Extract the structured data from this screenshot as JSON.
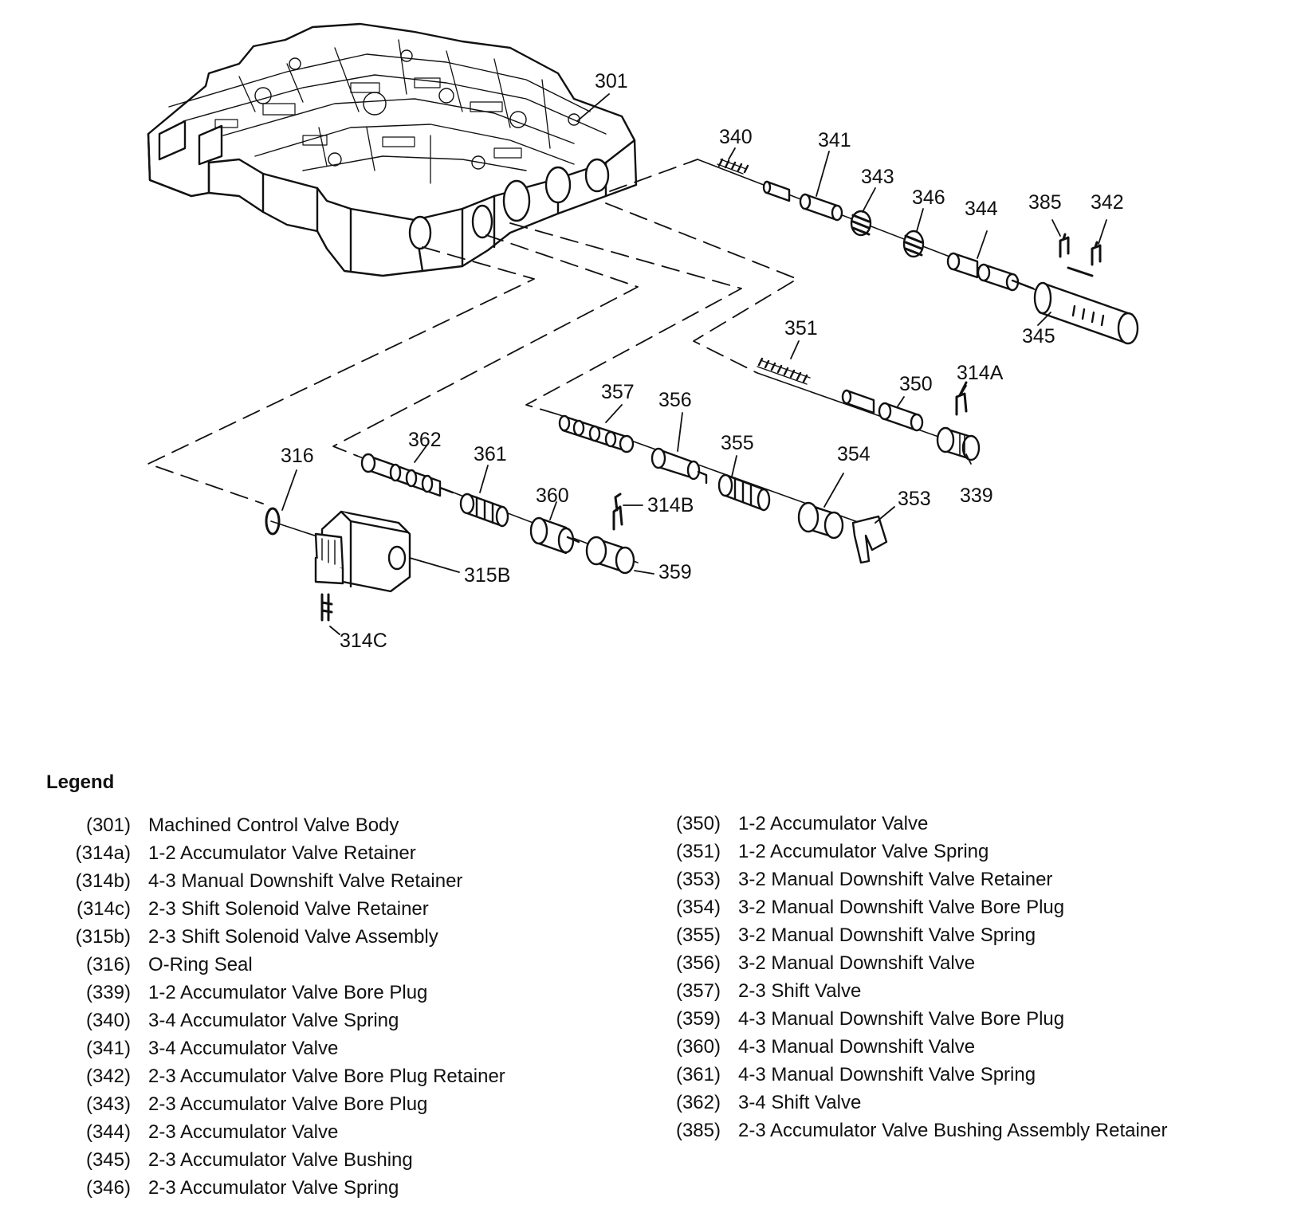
{
  "callouts": {
    "c301": "301",
    "c340": "340",
    "c341": "341",
    "c343": "343",
    "c346": "346",
    "c344": "344",
    "c385": "385",
    "c342": "342",
    "c345": "345",
    "c351": "351",
    "c314A": "314A",
    "c350": "350",
    "c339": "339",
    "c357": "357",
    "c356": "356",
    "c355": "355",
    "c354": "354",
    "c353": "353",
    "c362": "362",
    "c361": "361",
    "c316": "316",
    "c360": "360",
    "c314B": "314B",
    "c359": "359",
    "c315B": "315B",
    "c314C": "314C"
  },
  "legend": {
    "title": "Legend",
    "left": [
      {
        "code": "(301)",
        "desc": "Machined Control Valve Body"
      },
      {
        "code": "(314a)",
        "desc": "1-2 Accumulator Valve Retainer"
      },
      {
        "code": "(314b)",
        "desc": "4-3 Manual Downshift Valve Retainer"
      },
      {
        "code": "(314c)",
        "desc": "2-3 Shift Solenoid Valve Retainer"
      },
      {
        "code": "(315b)",
        "desc": "2-3 Shift Solenoid Valve Assembly"
      },
      {
        "code": "(316)",
        "desc": "O-Ring Seal"
      },
      {
        "code": "(339)",
        "desc": "1-2 Accumulator Valve Bore Plug"
      },
      {
        "code": "(340)",
        "desc": "3-4 Accumulator Valve Spring"
      },
      {
        "code": "(341)",
        "desc": "3-4 Accumulator Valve"
      },
      {
        "code": "(342)",
        "desc": "2-3 Accumulator Valve Bore Plug Retainer"
      },
      {
        "code": "(343)",
        "desc": "2-3 Accumulator Valve Bore Plug"
      },
      {
        "code": "(344)",
        "desc": "2-3 Accumulator Valve"
      },
      {
        "code": "(345)",
        "desc": "2-3 Accumulator Valve Bushing"
      },
      {
        "code": "(346)",
        "desc": "2-3 Accumulator Valve Spring"
      }
    ],
    "right": [
      {
        "code": "(350)",
        "desc": "1-2 Accumulator Valve"
      },
      {
        "code": "(351)",
        "desc": "1-2 Accumulator Valve Spring"
      },
      {
        "code": "(353)",
        "desc": "3-2 Manual Downshift Valve Retainer"
      },
      {
        "code": "(354)",
        "desc": "3-2 Manual Downshift Valve Bore Plug"
      },
      {
        "code": "(355)",
        "desc": "3-2 Manual Downshift Valve Spring"
      },
      {
        "code": "(356)",
        "desc": "3-2 Manual Downshift Valve"
      },
      {
        "code": "(357)",
        "desc": "2-3 Shift Valve"
      },
      {
        "code": "(359)",
        "desc": "4-3 Manual Downshift Valve Bore Plug"
      },
      {
        "code": "(360)",
        "desc": "4-3 Manual Downshift Valve"
      },
      {
        "code": "(361)",
        "desc": "4-3 Manual Downshift Valve Spring"
      },
      {
        "code": "(362)",
        "desc": "3-4 Shift Valve"
      },
      {
        "code": "(385)",
        "desc": "2-3 Accumulator Valve Bushing Assembly Retainer"
      }
    ]
  }
}
